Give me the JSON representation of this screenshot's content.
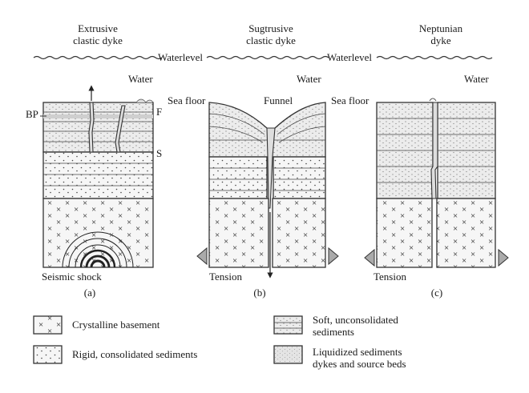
{
  "panels": [
    {
      "title_line1": "Extrusive",
      "title_line2": "clastic dyke",
      "caption": "(a)",
      "bottom_label": "Seismic shock"
    },
    {
      "title_line1": "Sugtrusive",
      "title_line2": "clastic dyke",
      "caption": "(b)",
      "bottom_label": "Tension"
    },
    {
      "title_line1": "Neptunian",
      "title_line2": "dyke",
      "caption": "(c)",
      "bottom_label": "Tension"
    }
  ],
  "labels": {
    "waterlevel": "Waterlevel",
    "water": "Water",
    "sea_floor": "Sea floor",
    "funnel": "Funnel",
    "bp": "BP",
    "f": "F",
    "s": "S"
  },
  "legend": [
    {
      "pattern": "crystalline",
      "line1": "Crystalline basement",
      "line2": ""
    },
    {
      "pattern": "soft",
      "line1": "Soft, unconsolidated",
      "line2": "sediments"
    },
    {
      "pattern": "rigid",
      "line1": "Rigid, consolidated sediments",
      "line2": ""
    },
    {
      "pattern": "liquid",
      "line1": "Liquidized sediments",
      "line2": "dykes and source beds"
    }
  ],
  "colors": {
    "ink": "#333333",
    "fill_light": "#f4f4f4",
    "dyke_fill": "#dedede"
  }
}
